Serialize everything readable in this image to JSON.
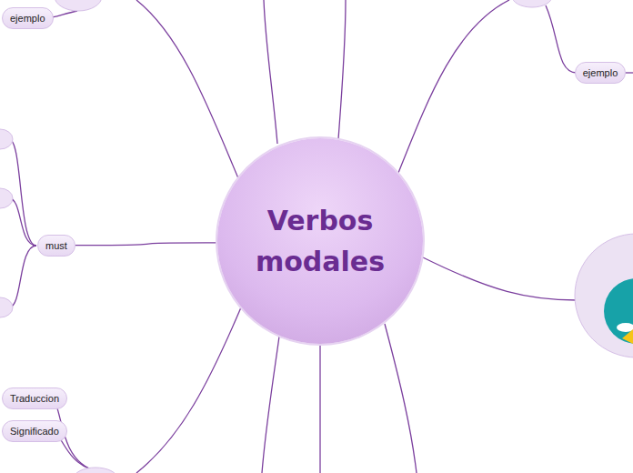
{
  "diagram": {
    "nodes": [
      {
        "text": [
          "Verbos modales"
        ]
      },
      {
        "text": [
          "must"
        ]
      },
      {
        "text": [
          "ejemplo"
        ]
      },
      {
        "text": [
          "ejemplo"
        ]
      },
      {
        "text": [
          "Traduccion"
        ]
      },
      {
        "text": [
          "Significado"
        ]
      }
    ],
    "edges": [
      {
        "from": 0,
        "to": 1,
        "arrow": "none"
      }
    ]
  }
}
